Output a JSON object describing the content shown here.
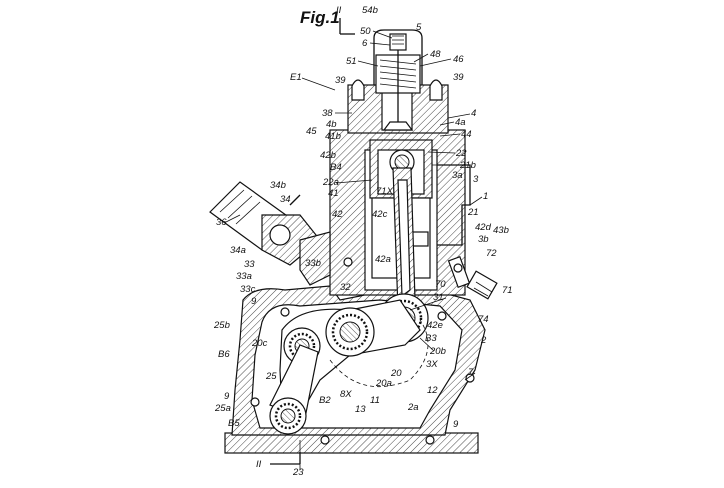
{
  "figure_title": "Fig.1",
  "labels": [
    {
      "id": "II-top",
      "text": "II"
    },
    {
      "id": "54b",
      "text": "54b"
    },
    {
      "id": "5",
      "text": "5"
    },
    {
      "id": "50",
      "text": "50"
    },
    {
      "id": "6",
      "text": "6"
    },
    {
      "id": "48",
      "text": "48"
    },
    {
      "id": "51",
      "text": "51"
    },
    {
      "id": "46",
      "text": "46"
    },
    {
      "id": "E1",
      "text": "E1"
    },
    {
      "id": "39L",
      "text": "39"
    },
    {
      "id": "39R",
      "text": "39"
    },
    {
      "id": "38",
      "text": "38"
    },
    {
      "id": "4",
      "text": "4"
    },
    {
      "id": "4b",
      "text": "4b"
    },
    {
      "id": "4a",
      "text": "4a"
    },
    {
      "id": "45",
      "text": "45"
    },
    {
      "id": "41b",
      "text": "41b"
    },
    {
      "id": "44",
      "text": "44"
    },
    {
      "id": "42b",
      "text": "42b"
    },
    {
      "id": "22",
      "text": "22"
    },
    {
      "id": "B4",
      "text": "B4"
    },
    {
      "id": "21b",
      "text": "21b"
    },
    {
      "id": "22a",
      "text": "22a"
    },
    {
      "id": "3a",
      "text": "3a"
    },
    {
      "id": "3",
      "text": "3"
    },
    {
      "id": "41",
      "text": "41"
    },
    {
      "id": "71X",
      "text": "71X"
    },
    {
      "id": "1",
      "text": "1"
    },
    {
      "id": "34b",
      "text": "34b"
    },
    {
      "id": "34",
      "text": "34"
    },
    {
      "id": "42",
      "text": "42"
    },
    {
      "id": "42c",
      "text": "42c"
    },
    {
      "id": "21",
      "text": "21"
    },
    {
      "id": "36",
      "text": "36"
    },
    {
      "id": "42d",
      "text": "42d"
    },
    {
      "id": "43b",
      "text": "43b"
    },
    {
      "id": "3b",
      "text": "3b"
    },
    {
      "id": "34a",
      "text": "34a"
    },
    {
      "id": "72",
      "text": "72"
    },
    {
      "id": "33",
      "text": "33"
    },
    {
      "id": "42a",
      "text": "42a"
    },
    {
      "id": "33b",
      "text": "33b"
    },
    {
      "id": "33a",
      "text": "33a"
    },
    {
      "id": "70",
      "text": "70"
    },
    {
      "id": "71",
      "text": "71"
    },
    {
      "id": "32",
      "text": "32"
    },
    {
      "id": "33c",
      "text": "33c"
    },
    {
      "id": "31",
      "text": "31"
    },
    {
      "id": "9a",
      "text": "9"
    },
    {
      "id": "74",
      "text": "74"
    },
    {
      "id": "25b",
      "text": "25b"
    },
    {
      "id": "42e",
      "text": "42e"
    },
    {
      "id": "B3",
      "text": "B3"
    },
    {
      "id": "2",
      "text": "2"
    },
    {
      "id": "20c",
      "text": "20c"
    },
    {
      "id": "20b",
      "text": "20b"
    },
    {
      "id": "B6",
      "text": "B6"
    },
    {
      "id": "3X",
      "text": "3X"
    },
    {
      "id": "20",
      "text": "20"
    },
    {
      "id": "7",
      "text": "7"
    },
    {
      "id": "25",
      "text": "25"
    },
    {
      "id": "20a",
      "text": "20a"
    },
    {
      "id": "12",
      "text": "12"
    },
    {
      "id": "B2",
      "text": "B2"
    },
    {
      "id": "8X",
      "text": "8X"
    },
    {
      "id": "11",
      "text": "11"
    },
    {
      "id": "9b",
      "text": "9"
    },
    {
      "id": "13",
      "text": "13"
    },
    {
      "id": "2a",
      "text": "2a"
    },
    {
      "id": "25a",
      "text": "25a"
    },
    {
      "id": "B5",
      "text": "B5"
    },
    {
      "id": "9c",
      "text": "9"
    },
    {
      "id": "II-bottom",
      "text": "II"
    },
    {
      "id": "23",
      "text": "23"
    }
  ]
}
